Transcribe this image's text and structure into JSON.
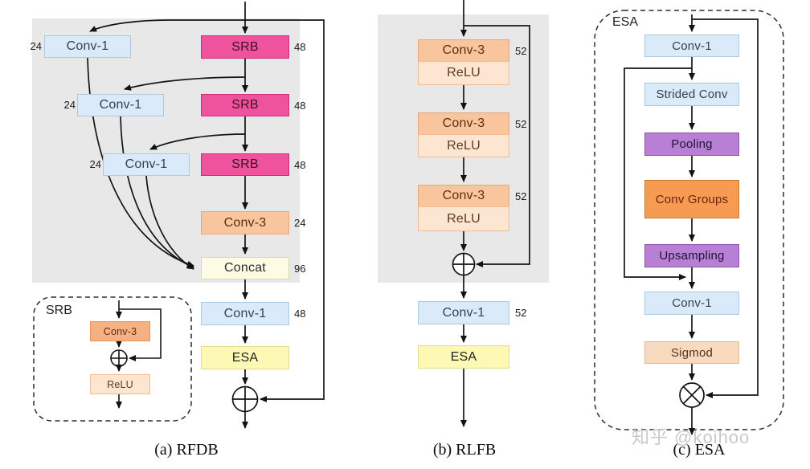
{
  "blocks": {
    "conv1": "Conv-1",
    "conv3": "Conv-3",
    "srb": "SRB",
    "relu": "ReLU",
    "concat": "Concat",
    "esa": "ESA",
    "strided_conv": "Strided Conv",
    "pooling": "Pooling",
    "conv_groups": "Conv Groups",
    "upsampling": "Upsampling",
    "sigmod": "Sigmod"
  },
  "channels": {
    "c24": "24",
    "c48": "48",
    "c52": "52",
    "c96": "96"
  },
  "captions": {
    "a": "(a) RFDB",
    "b": "(b) RLFB",
    "c": "(c) ESA"
  },
  "insets": {
    "srb_title": "SRB",
    "esa_title": "ESA"
  },
  "watermark": "知乎 @koihoo",
  "colors": {
    "panel_gray": "#e9e8e8",
    "conv1_blue": "#daeaf8",
    "srb_magenta": "#f0539e",
    "conv3_orange": "#f8c59d",
    "relu_peach": "#fce5d1",
    "concat_ivory": "#fcfce4",
    "esa_yellow": "#fdf9b5",
    "pooling_purple": "#b780d6",
    "conv_groups_orange": "#f89b52",
    "sigmod_peach": "#f9dabf"
  }
}
